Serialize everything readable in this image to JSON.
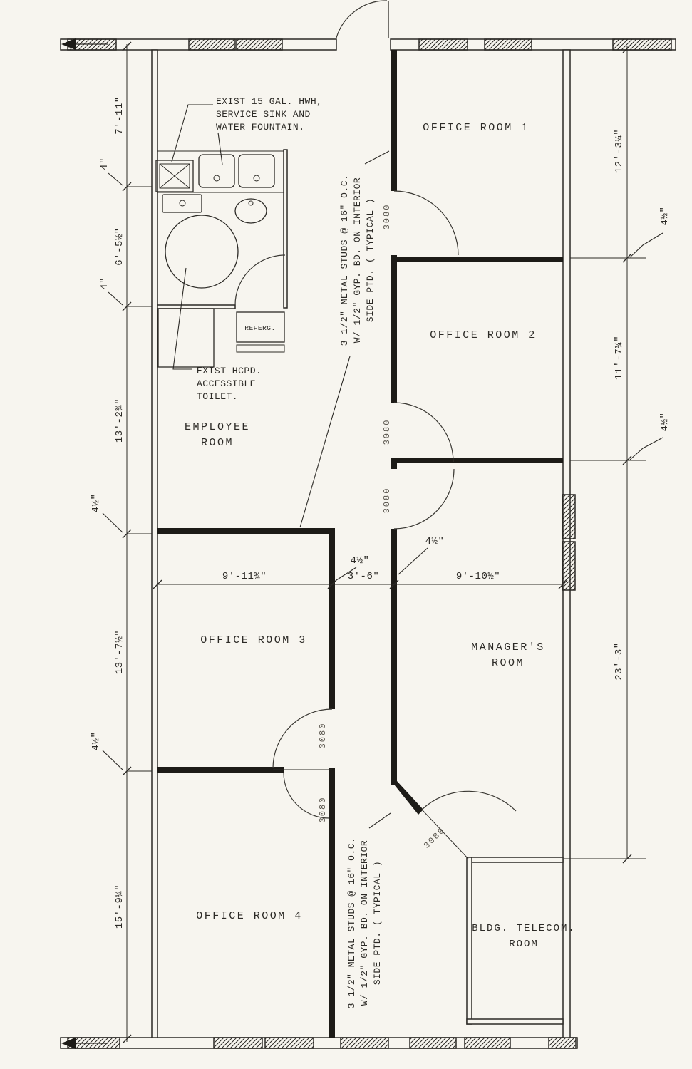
{
  "rooms": {
    "office1": "OFFICE ROOM 1",
    "office2": "OFFICE ROOM 2",
    "office3": "OFFICE ROOM 3",
    "office4": "OFFICE ROOM 4",
    "employee1": "EMPLOYEE",
    "employee2": "ROOM",
    "managers1": "MANAGER'S",
    "managers2": "ROOM",
    "telecom1": "BLDG. TELECOM.",
    "telecom2": "ROOM"
  },
  "notes": {
    "hwh1": "EXIST 15 GAL. HWH,",
    "hwh2": "SERVICE SINK AND",
    "hwh3": "WATER FOUNTAIN.",
    "toilet1": "EXIST HCPD.",
    "toilet2": "ACCESSIBLE",
    "toilet3": "TOILET.",
    "studs1": "3 1/2\" METAL STUDS @ 16\" O.C.",
    "studs2": "W/ 1/2\" GYP. BD. ON INTERIOR",
    "studs3": "SIDE PTD. ( TYPICAL )",
    "referg": "REFERG."
  },
  "doors": {
    "label": "3080"
  },
  "dims": {
    "left": [
      "7'-11\"",
      "4\"",
      "6'-5½\"",
      "4\"",
      "13'-2¾\"",
      "4½\"",
      "13'-7½\"",
      "4½\"",
      "15'-9¼\""
    ],
    "right": [
      "12'-3¼\"",
      "4½\"",
      "11'-7¾\"",
      "4½\"",
      "23'-3\""
    ],
    "middle": [
      "9'-11¾\"",
      "3'-6\"",
      "9'-10½\"",
      "4½\"",
      "4½\""
    ]
  }
}
